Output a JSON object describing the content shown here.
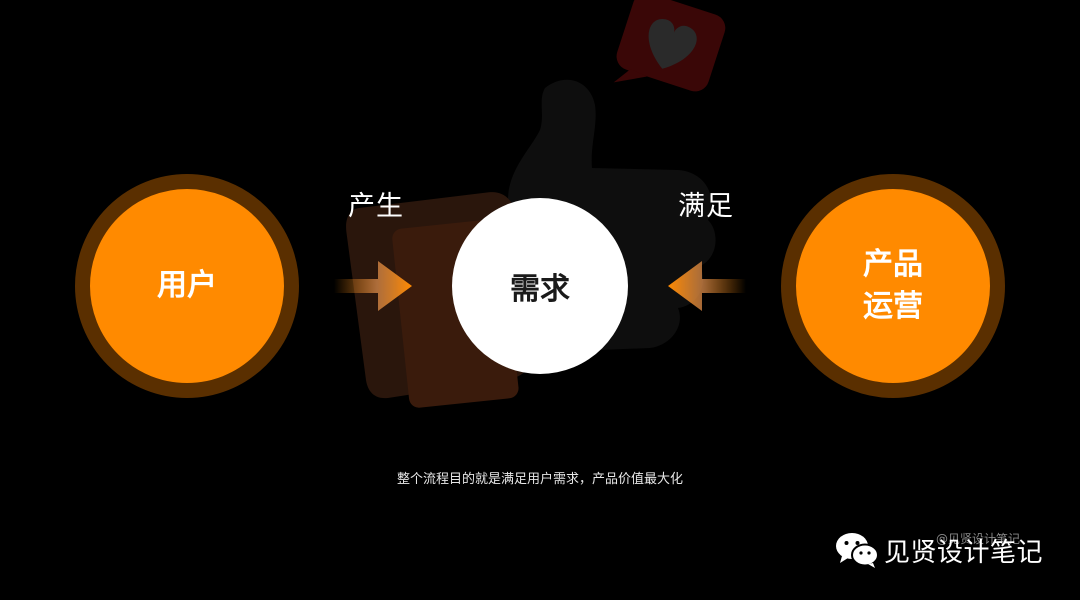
{
  "nodes": {
    "user": "用户",
    "demand": "需求",
    "operations_line1": "产品",
    "operations_line2": "运营"
  },
  "edges": {
    "left_label": "产生",
    "right_label": "满足"
  },
  "caption": "整个流程目的就是满足用户需求，产品价值最大化",
  "watermark": "@见贤设计笔记",
  "brand": {
    "name": "见贤设计笔记",
    "icon": "wechat-icon"
  },
  "colors": {
    "node_orange": "#ff8a00",
    "node_ring": "#5a2f00",
    "background": "#000000",
    "center_node": "#ffffff"
  }
}
